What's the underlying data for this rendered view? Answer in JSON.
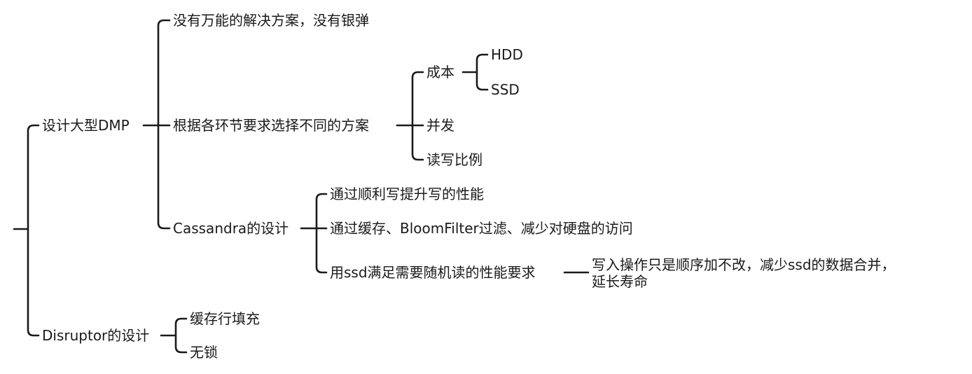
{
  "mindmap": {
    "line_color": "#1a1a1a",
    "text_color": "#1a1a1a",
    "nodes": {
      "dmp": "设计大型DMP",
      "no_silver": "没有万能的解决方案，没有银弹",
      "choose": "根据各环节要求选择不同的方案",
      "cost": "成本",
      "hdd": "HDD",
      "ssd": "SSD",
      "concurrency": "并发",
      "rw_ratio": "读写比例",
      "cassandra": "Cassandra的设计",
      "seq_write": "通过顺利写提升写的性能",
      "cache_bloom": "通过缓存、BloomFilter过滤、减少对硬盘的访问",
      "ssd_random": "用ssd满足需要随机读的性能要求",
      "append_only_1": "写入操作只是顺序加不改，减少ssd的数据合并，",
      "append_only_2": "延长寿命",
      "disruptor": "Disruptor的设计",
      "cache_line": "缓存行填充",
      "lock_free": "无锁"
    }
  }
}
